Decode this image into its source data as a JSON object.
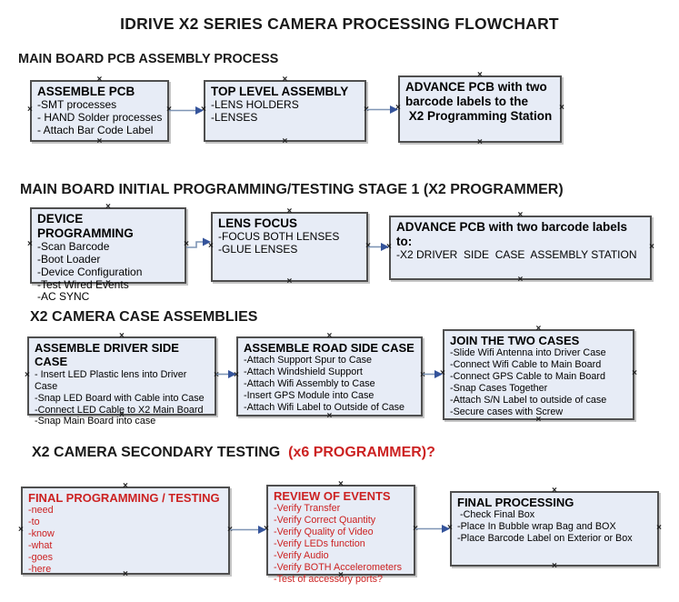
{
  "title": "IDRIVE X2  SERIES CAMERA PROCESSING FLOWCHART",
  "colors": {
    "box_fill": "#e7ecf6",
    "box_border": "#4f4f4f",
    "arrow_line": "#7f95b5",
    "arrow_head": "#35549b",
    "red_text": "#cc2222"
  },
  "sections": [
    {
      "heading": "MAIN BOARD PCB ASSEMBLY PROCESS",
      "boxes": [
        {
          "title": "ASSEMBLE PCB",
          "lines": [
            "-SMT processes",
            "- HAND Solder processes",
            "- Attach Bar Code Label"
          ]
        },
        {
          "title": "TOP LEVEL ASSEMBLY",
          "lines": [
            "-LENS HOLDERS",
            "-LENSES"
          ]
        },
        {
          "title": "ADVANCE PCB with two\nbarcode labels to the\n X2 Programming Station",
          "lines": []
        }
      ]
    },
    {
      "heading": "MAIN BOARD INITIAL PROGRAMMING/TESTING STAGE 1 (X2 PROGRAMMER)",
      "boxes": [
        {
          "title": "DEVICE PROGRAMMING",
          "lines": [
            "-Scan Barcode",
            "-Boot Loader",
            "-Device Configuration",
            "-Test Wired Events",
            "-AC SYNC"
          ]
        },
        {
          "title": "LENS FOCUS",
          "lines": [
            "-FOCUS BOTH LENSES",
            "-GLUE LENSES"
          ]
        },
        {
          "title": "ADVANCE PCB with two barcode labels to:",
          "lines": [
            "-X2 DRIVER  SIDE  CASE  ASSEMBLY STATION"
          ]
        }
      ]
    },
    {
      "heading": "X2 CAMERA CASE ASSEMBLIES",
      "boxes": [
        {
          "title": "ASSEMBLE DRIVER SIDE CASE",
          "lines": [
            "- Insert LED Plastic lens into Driver Case",
            "-Snap LED Board with Cable into Case",
            "-Connect LED Cable to X2 Main Board",
            "-Snap Main Board into case"
          ]
        },
        {
          "title": "ASSEMBLE ROAD SIDE CASE",
          "lines": [
            "-Attach Support Spur to Case",
            "-Attach Windshield Support",
            "-Attach Wifi Assembly to Case",
            "-Insert GPS Module into Case",
            "-Attach Wifi Label to Outside of Case"
          ]
        },
        {
          "title": "JOIN THE TWO CASES",
          "lines": [
            "-Slide Wifi Antenna into Driver Case",
            "-Connect Wifi Cable to Main Board",
            "-Connect GPS Cable to Main Board",
            "-Snap Cases Together",
            "-Attach S/N Label to outside of case",
            "-Secure cases with Screw"
          ]
        }
      ]
    },
    {
      "heading": "X2 CAMERA SECONDARY TESTING ",
      "heading_red": " (x6 PROGRAMMER)?",
      "boxes": [
        {
          "title": "FINAL PROGRAMMING / TESTING",
          "lines": [
            "-need",
            "-to",
            "-know",
            "-what",
            "-goes",
            "-here"
          ]
        },
        {
          "title": "REVIEW OF EVENTS",
          "lines": [
            "-Verify Transfer",
            "-Verify Correct Quantity",
            "-Verify Quality of Video",
            "-Verify LEDs function",
            "-Verify Audio",
            "-Verify BOTH Accelerometers",
            "-Test of accessory ports?"
          ]
        },
        {
          "title": "FINAL PROCESSING",
          "lines": [
            " -Check Final Box",
            "-Place In Bubble wrap Bag and BOX",
            "-Place Barcode Label on Exterior or Box"
          ]
        }
      ]
    }
  ]
}
